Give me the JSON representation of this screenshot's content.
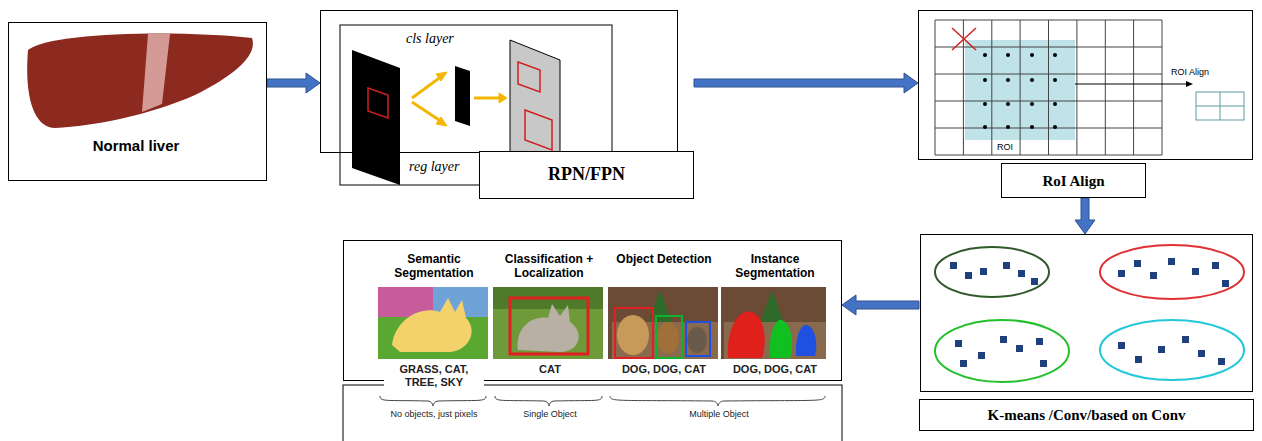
{
  "diagram": {
    "nodes": [
      {
        "text": [
          "Normal liver"
        ]
      },
      {
        "text": [
          "cls layer",
          "reg layer",
          "RPN/FPN"
        ]
      },
      {
        "text": [
          "ROI Align",
          "ROI",
          "RoI Align"
        ]
      },
      {
        "text": [
          "K-means /Conv/based on Conv"
        ]
      },
      {
        "text": [
          "Semantic Segmentation",
          "Classification + Localization",
          "Object Detection",
          "Instance Segmentation",
          "GRASS, CAT, TREE, SKY",
          "CAT",
          "DOG, DOG, CAT",
          "DOG, DOG, CAT",
          "No objects, just pixels",
          "Single Object",
          "Multiple Object"
        ]
      }
    ],
    "edges": [
      {
        "from": 0,
        "to": 1,
        "arrow": "to"
      },
      {
        "from": 1,
        "to": 2,
        "arrow": "to"
      },
      {
        "from": 2,
        "to": 3,
        "arrow": "to"
      },
      {
        "from": 3,
        "to": 4,
        "arrow": "to"
      }
    ]
  }
}
